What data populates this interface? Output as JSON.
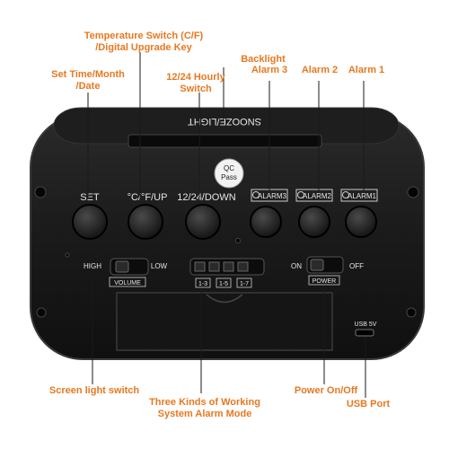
{
  "callouts": {
    "temp_switch_line1": "Temperature Switch (C/F)",
    "temp_switch_line2": "/Digital Upgrade Key",
    "backlight": "Backlight",
    "set_time_line1": "Set Time/Month",
    "set_time_line2": "/Date",
    "hourly_line1": "12/24 Hourly",
    "hourly_line2": "Switch",
    "alarm3": "Alarm 3",
    "alarm2": "Alarm 2",
    "alarm1": "Alarm 1",
    "screen_light": "Screen light switch",
    "working_mode_line1": "Three Kinds of Working",
    "working_mode_line2": "System Alarm Mode",
    "power_onoff": "Power On/Off",
    "usb_port": "USB Port"
  },
  "device": {
    "snooze_label": "SNOOZE/LIGHT",
    "qc_line1": "QC",
    "qc_line2": "Pass",
    "btn_set": "SET",
    "btn_up": "°C/°F/UP",
    "btn_down": "12/24/DOWN",
    "btn_alarm3": "ALARM3",
    "btn_alarm2": "ALARM2",
    "btn_alarm1": "ALARM1",
    "vol_high": "HIGH",
    "vol_low": "LOW",
    "vol_label": "VOLUME",
    "mode_1": "1-3",
    "mode_2": "1-5",
    "mode_3": "1-7",
    "power_on": "ON",
    "power_off": "OFF",
    "power_label": "POWER",
    "usb_label": "USB 5V"
  },
  "colors": {
    "callout": "#e8781f",
    "device_body": "#1b1b1b",
    "device_edge": "#2e2e2e"
  }
}
